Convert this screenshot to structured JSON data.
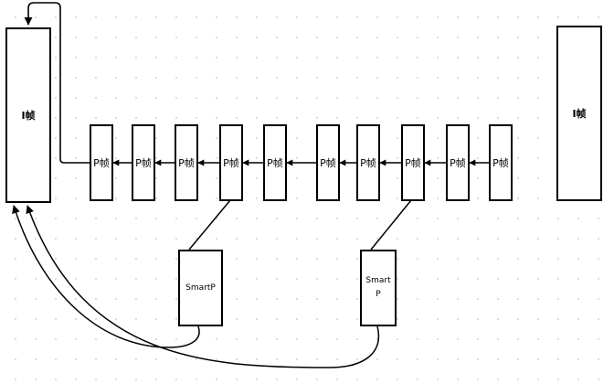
{
  "diagram": {
    "i_frame_left_label": "I帧",
    "i_frame_right_label": "I帧",
    "p_frame_labels": [
      "P帧",
      "P帧",
      "P帧",
      "P帧",
      "P帧",
      "P帧",
      "P帧",
      "P帧",
      "P帧",
      "P帧"
    ],
    "smart_p_1_label": "SmartP",
    "smart_p_2_label": "Smart\nP"
  }
}
